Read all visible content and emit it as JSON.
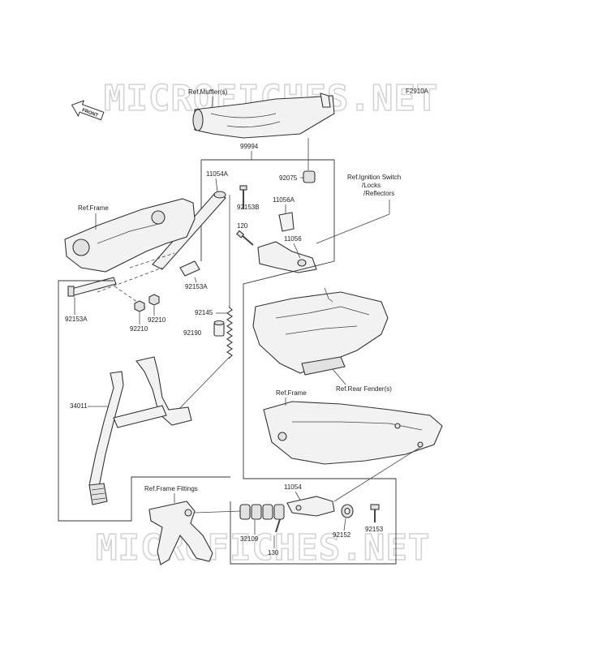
{
  "watermark": "MICROFICHES.NET",
  "figure_code": "F2910A",
  "front_badge": "FRONT",
  "labels": {
    "ref_muffler": "Ref.Muffler(s)",
    "p99994": "99994",
    "p11054A": "11054A",
    "p92075": "92075",
    "ref_ignition_1": "Ref.Ignition Switch",
    "ref_ignition_2": "/Locks",
    "ref_ignition_3": "/Reflectors",
    "p11056A": "11056A",
    "ref_frame_top": "Ref.Frame",
    "p92153B": "92153B",
    "p120": "120",
    "p11056": "11056",
    "p92153A_a": "92153A",
    "p92153A_b": "92153A",
    "p92210_a": "92210",
    "p92210_b": "92210",
    "p92145": "92145",
    "p92190": "92190",
    "ref_rear_fender": "Ref.Rear Fender(s)",
    "ref_frame_mid": "Ref.Frame",
    "p34011": "34011",
    "ref_frame_fittings": "Ref.Frame Fittings",
    "p11054": "11054",
    "p32109": "32109",
    "p92152": "92152",
    "p92153": "92153",
    "p130": "130"
  }
}
